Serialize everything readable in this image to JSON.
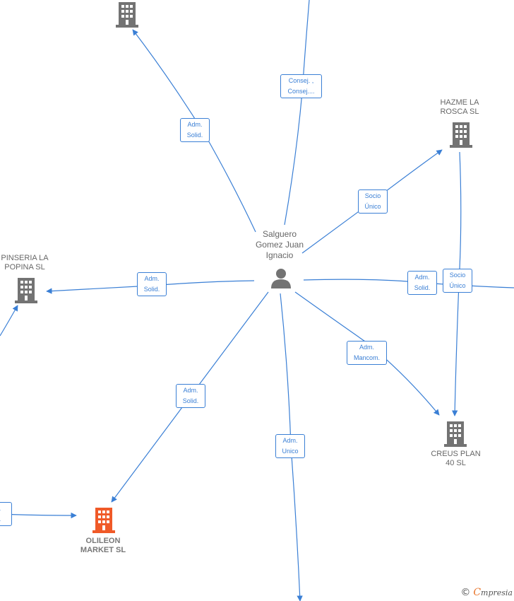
{
  "person": {
    "name": "Salguero\nGomez Juan\nIgnacio",
    "icon": "person-icon"
  },
  "companies": {
    "top": {
      "label": ""
    },
    "hazme": {
      "label": "HAZME LA\nROSCA SL"
    },
    "pinseria": {
      "label": "PINSERIA LA\nPOPINA  SL"
    },
    "creus": {
      "label": "CREUS PLAN\n40  SL"
    },
    "olileon": {
      "label": "OLILEON\nMARKET  SL"
    }
  },
  "roles": {
    "top_company": "Adm.\nSolid.",
    "top_edge": "Consej. ,\nConsej....",
    "hazme": "Socio\nÚnico",
    "pinseria": "Adm.\nSolid.",
    "right": "Adm.\nSolid.",
    "hazme_creus": "Socio\nÚnico",
    "creus": "Adm.\nMancom.",
    "olileon": "Adm.\nSolid.",
    "bottom": "Adm.\nUnico",
    "left_cut": "n.\nd."
  },
  "colors": {
    "edge": "#3a7fd5",
    "building": "#737373",
    "focus_building": "#f05a28"
  },
  "brand": {
    "copyright": "©",
    "initial": "C",
    "rest": "mpresia"
  }
}
